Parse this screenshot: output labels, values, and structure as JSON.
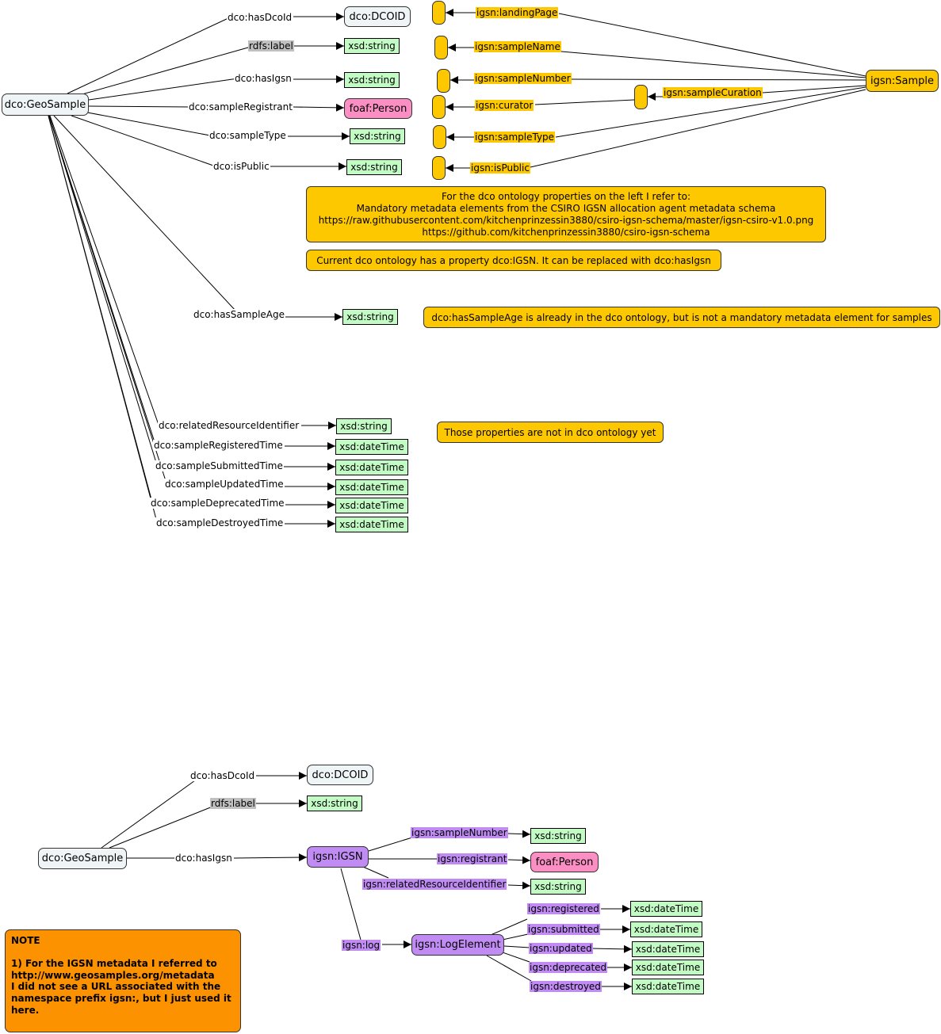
{
  "top": {
    "geosample": "dco:GeoSample",
    "dcoid": "dco:DCOID",
    "foaf_person": "foaf:Person",
    "igsn_sample": "igsn:Sample",
    "xsd_string": "xsd:string",
    "xsd_datetime": "xsd:dateTime",
    "props": {
      "hasDcoId": "dco:hasDcoId",
      "rdfs_label": "rdfs:label",
      "hasIgsn": "dco:hasIgsn",
      "sampleRegistrant": "dco:sampleRegistrant",
      "sampleType": "dco:sampleType",
      "isPublic": "dco:isPublic",
      "hasSampleAge": "dco:hasSampleAge",
      "relatedResourceIdentifier": "dco:relatedResourceIdentifier",
      "sampleRegisteredTime": "dco:sampleRegisteredTime",
      "sampleSubmittedTime": "dco:sampleSubmittedTime",
      "sampleUpdatedTime": "dco:sampleUpdatedTime",
      "sampleDeprecatedTime": "dco:sampleDeprecatedTime",
      "sampleDestroyedTime": "dco:sampleDestroyedTime"
    },
    "igsn_props": {
      "landingPage": "igsn:landingPage",
      "sampleName": "igsn:sampleName",
      "sampleNumber": "igsn:sampleNumber",
      "curator": "igsn:curator",
      "sampleCuration": "igsn:sampleCuration",
      "sampleType": "igsn:sampleType",
      "isPublic": "igsn:isPublic"
    },
    "notes": {
      "refer_lines": [
        "For the dco ontology properties on the left I refer to:",
        "Mandatory metadata elements from the CSIRO IGSN allocation agent metadata schema",
        "https://raw.githubusercontent.com/kitchenprinzessin3880/csiro-igsn-schema/master/igsn-csiro-v1.0.png",
        "https://github.com/kitchenprinzessin3880/csiro-igsn-schema"
      ],
      "current": "Current dco ontology has a property dco:IGSN. It can be replaced with dco:hasIgsn",
      "sample_age": "dco:hasSampleAge is already in the dco ontology, but is not a mandatory metadata element for samples",
      "not_in": "Those properties are not in dco ontology yet"
    }
  },
  "bottom": {
    "geosample": "dco:GeoSample",
    "dcoid": "dco:DCOID",
    "igsn": "igsn:IGSN",
    "log_element": "igsn:LogElement",
    "foaf_person": "foaf:Person",
    "xsd_string": "xsd:string",
    "xsd_datetime": "xsd:dateTime",
    "props": {
      "hasDcoId": "dco:hasDcoId",
      "rdfs_label": "rdfs:label",
      "hasIgsn": "dco:hasIgsn",
      "sampleNumber": "igsn:sampleNumber",
      "registrant": "igsn:registrant",
      "relatedResourceIdentifier": "igsn:relatedResourceIdentifier",
      "log": "igsn:log",
      "registered": "igsn:registered",
      "submitted": "igsn:submitted",
      "updated": "igsn:updated",
      "deprecated": "igsn:deprecated",
      "destroyed": "igsn:destroyed"
    },
    "note": {
      "title": "NOTE",
      "lines": [
        "1) For the IGSN metadata I referred to",
        "http://www.geosamples.org/metadata",
        "I did not see a URL associated with the",
        "namespace prefix igsn:, but I just used it",
        "here."
      ]
    }
  }
}
